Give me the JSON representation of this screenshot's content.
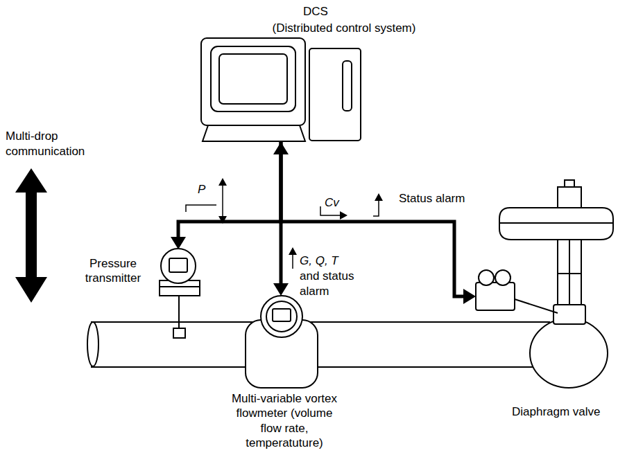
{
  "diagram": {
    "nodes": [
      {
        "text": [
          "DCS",
          "(Distributed control system)"
        ]
      },
      {
        "text": [
          "Pressure transmitter"
        ]
      },
      {
        "text": [
          "Multi-variable vortex flowmeter (volume flow rate, temperatuture)"
        ]
      },
      {
        "text": [
          "Diaphragm valve"
        ]
      }
    ],
    "edges": [
      {
        "from": 0,
        "to": 2,
        "arrow": "both"
      },
      {
        "from": 0,
        "to": 1,
        "arrow": "to"
      },
      {
        "from": 0,
        "to": 3,
        "arrow": "to"
      }
    ],
    "labels": [
      "Multi-drop communication",
      "P",
      "Cv",
      "Status alarm",
      "G, Q, T",
      "and status alarm"
    ]
  }
}
